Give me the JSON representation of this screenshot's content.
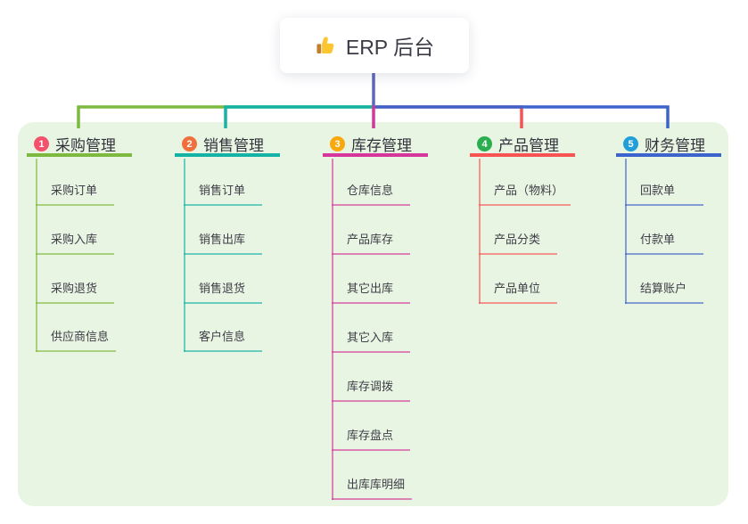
{
  "root": {
    "label": "ERP 后台",
    "icon": "thumbs-up"
  },
  "panel": {
    "background_color": "#e8f5e2"
  },
  "connector": {
    "root_line_color": "#5b67c1"
  },
  "branches": [
    {
      "badge": "1",
      "label": "采购管理",
      "line_color": "#7cb93e",
      "badge_color": "#f4516c",
      "children": [
        "采购订单",
        "采购入库",
        "采购退货",
        "供应商信息"
      ]
    },
    {
      "badge": "2",
      "label": "销售管理",
      "line_color": "#14b3a6",
      "badge_color": "#f0703d",
      "children": [
        "销售订单",
        "销售出库",
        "销售退货",
        "客户信息"
      ]
    },
    {
      "badge": "3",
      "label": "库存管理",
      "line_color": "#d6359b",
      "badge_color": "#f7a80d",
      "children": [
        "仓库信息",
        "产品库存",
        "其它出库",
        "其它入库",
        "库存调拨",
        "库存盘点",
        "出库库明细"
      ]
    },
    {
      "badge": "4",
      "label": "产品管理",
      "line_color": "#f85353",
      "badge_color": "#2bae50",
      "children": [
        "产品（物料）",
        "产品分类",
        "产品单位"
      ]
    },
    {
      "badge": "5",
      "label": "财务管理",
      "line_color": "#3d63cc",
      "badge_color": "#219fd9",
      "children": [
        "回款单",
        "付款单",
        "结算账户"
      ]
    }
  ]
}
